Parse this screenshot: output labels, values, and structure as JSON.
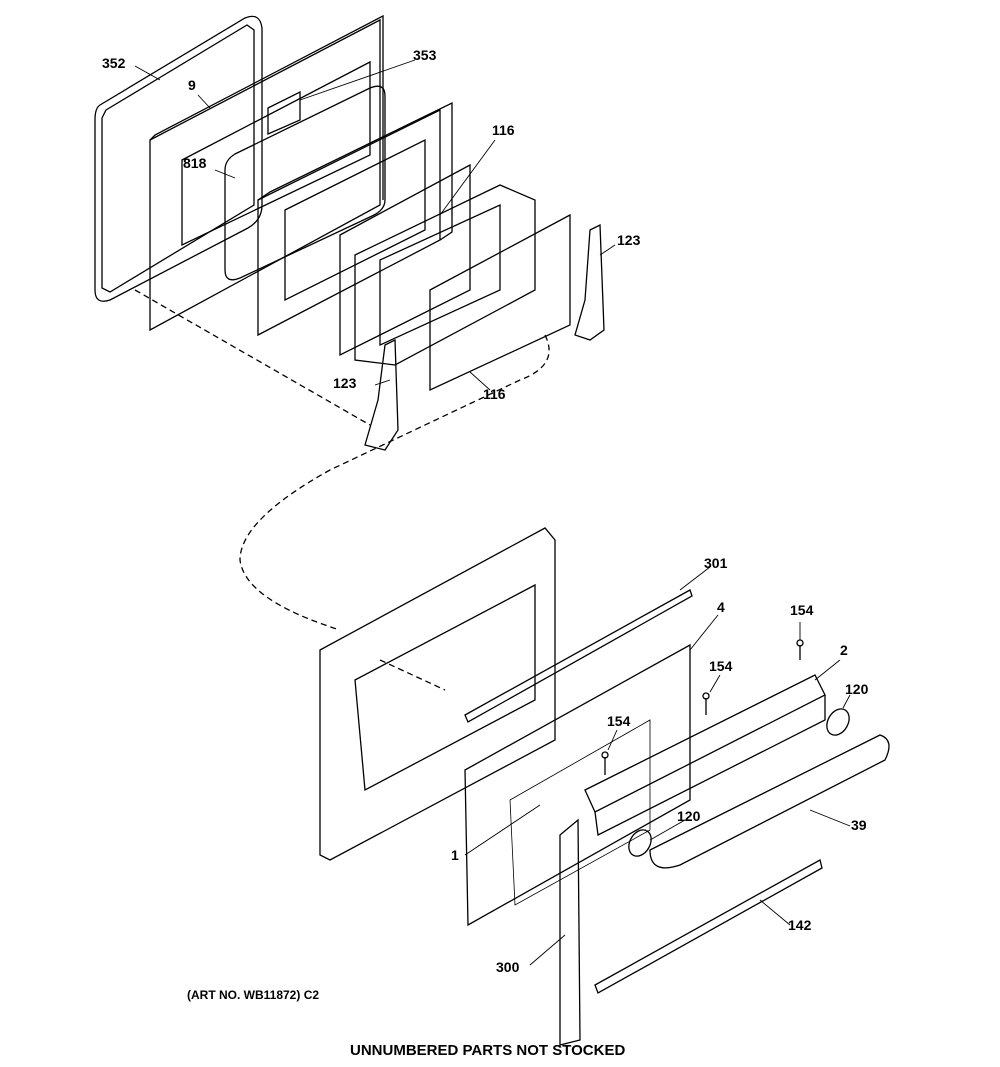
{
  "callouts": {
    "p352": "352",
    "p9": "9",
    "p353": "353",
    "p818": "818",
    "p116a": "116",
    "p123a": "123",
    "p123b": "123",
    "p116b": "116",
    "p301": "301",
    "p4": "4",
    "p154a": "154",
    "p154b": "154",
    "p2": "2",
    "p120a": "120",
    "p154c": "154",
    "p120b": "120",
    "p39": "39",
    "p1": "1",
    "p142": "142",
    "p300": "300"
  },
  "art_number": "(ART NO. WB11872) C2",
  "footer_note": "UNNUMBERED PARTS NOT STOCKED"
}
